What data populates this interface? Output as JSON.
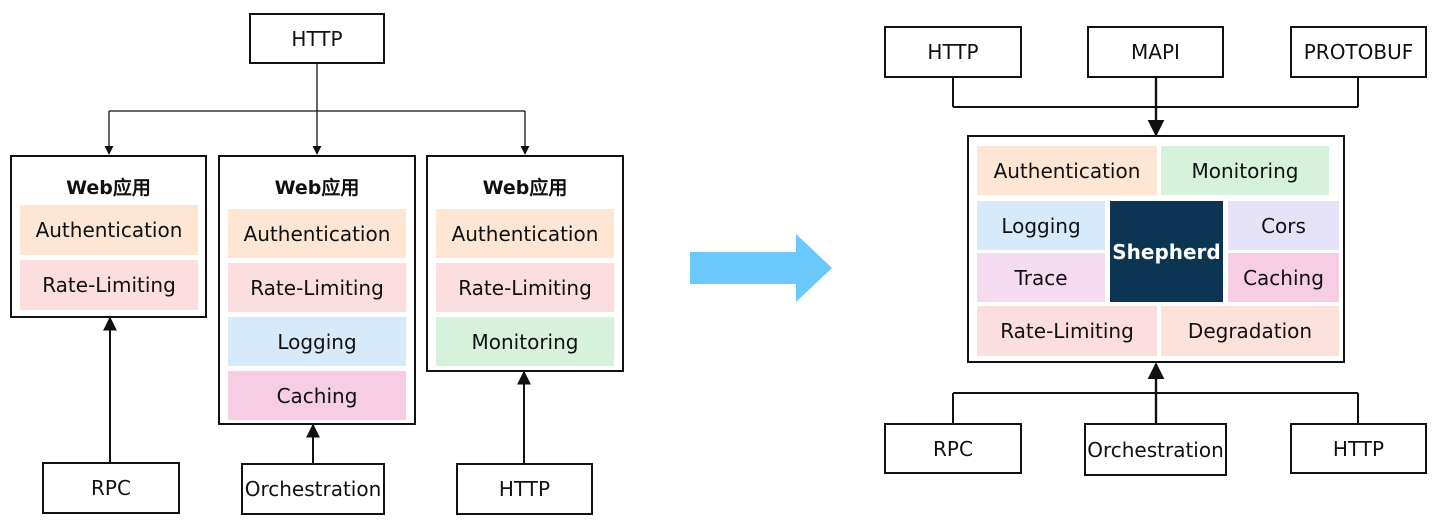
{
  "colors": {
    "auth": "#fde6d4",
    "rate": "#fcdde0",
    "logging": "#d6eafa",
    "caching": "#f6cde3",
    "monitoring": "#d6f1dc",
    "cors": "#e6e2f8",
    "trace": "#f5dcf0",
    "degradation": "#fde2dc",
    "shepherd": "#0c3553",
    "arrow": "#6bc8fb"
  },
  "left": {
    "top_source": "HTTP",
    "apps": [
      {
        "title": "Web应用",
        "modules": [
          "Authentication",
          "Rate-Limiting"
        ]
      },
      {
        "title": "Web应用",
        "modules": [
          "Authentication",
          "Rate-Limiting",
          "Logging",
          "Caching"
        ]
      },
      {
        "title": "Web应用",
        "modules": [
          "Authentication",
          "Rate-Limiting",
          "Monitoring"
        ]
      }
    ],
    "bottom_sources": [
      "RPC",
      "Orchestration",
      "HTTP"
    ]
  },
  "right": {
    "top_sources": [
      "HTTP",
      "MAPI",
      "PROTOBUF"
    ],
    "gateway": {
      "core": "Shepherd",
      "modules": {
        "authentication": "Authentication",
        "monitoring": "Monitoring",
        "logging": "Logging",
        "cors": "Cors",
        "trace": "Trace",
        "caching": "Caching",
        "rate_limiting": "Rate-Limiting",
        "degradation": "Degradation"
      }
    },
    "bottom_sources": [
      "RPC",
      "Orchestration",
      "HTTP"
    ]
  }
}
